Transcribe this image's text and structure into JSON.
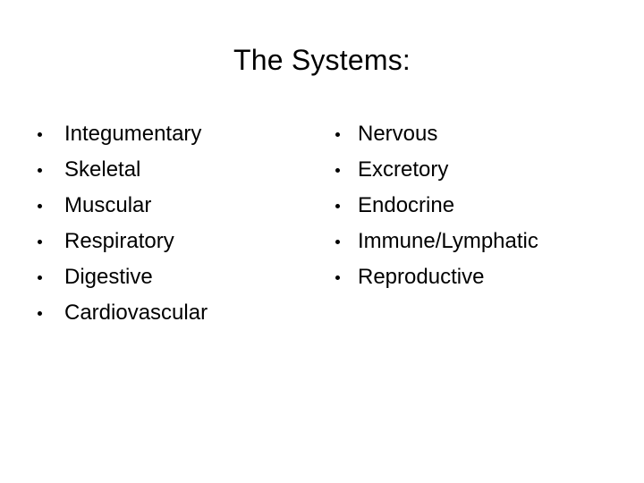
{
  "slide": {
    "title": "The Systems:",
    "background_color": "#ffffff",
    "text_color": "#000000",
    "columns": [
      {
        "name": "left-column",
        "items": [
          {
            "bullet": "•",
            "label": "Integumentary"
          },
          {
            "bullet": "•",
            "label": "Skeletal"
          },
          {
            "bullet": "•",
            "label": "Muscular"
          },
          {
            "bullet": "•",
            "label": "Respiratory"
          },
          {
            "bullet": "•",
            "label": "Digestive"
          },
          {
            "bullet": "•",
            "label": "Cardiovascular"
          }
        ]
      },
      {
        "name": "right-column",
        "items": [
          {
            "bullet": "•",
            "label": "Nervous"
          },
          {
            "bullet": "•",
            "label": "Excretory"
          },
          {
            "bullet": "•",
            "label": "Endocrine"
          },
          {
            "bullet": "•",
            "label": "Immune/Lymphatic"
          },
          {
            "bullet": "•",
            "label": "Reproductive"
          }
        ]
      }
    ]
  }
}
